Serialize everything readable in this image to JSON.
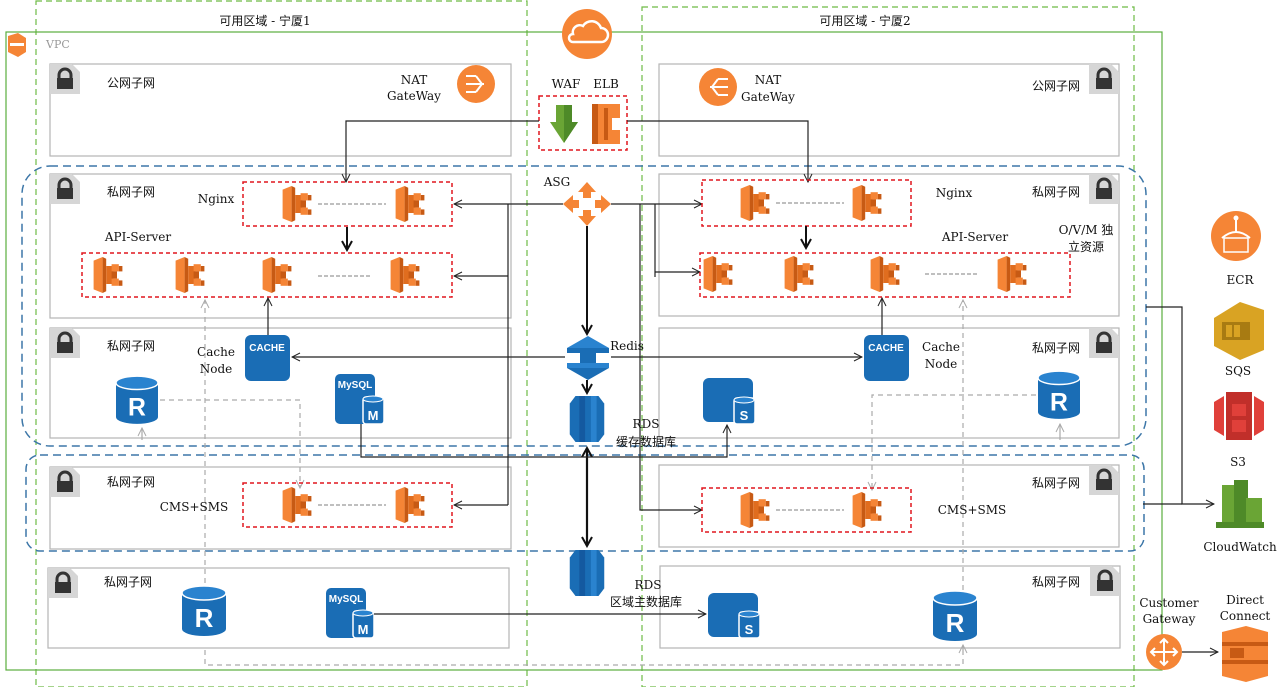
{
  "zones": {
    "az1": "可用区域 - 宁厦1",
    "az2": "可用区域 - 宁厦2",
    "vpc": "VPC"
  },
  "subnets": {
    "public": "公网子网",
    "private": "私网子网"
  },
  "labels": {
    "nat_line1": "NAT",
    "nat_line2": "GateWay",
    "waf": "WAF",
    "elb": "ELB",
    "asg": "ASG",
    "nginx": "Nginx",
    "api_server": "API-Server",
    "ovm_line1": "O/V/M 独",
    "ovm_line2": "立资源",
    "cache_node_line1": "Cache",
    "cache_node_line2": "Node",
    "cache_icon": "CACHE",
    "mysql_icon": "MySQL",
    "redis": "Redis",
    "rds": "RDS",
    "rds_cache_db": "缓存数据库",
    "rds_region_master": "区域主数据库",
    "cms_sms": "CMS+SMS",
    "m_badge": "M",
    "s_badge": "S",
    "r_badge": "R"
  },
  "services": {
    "ecr": "ECR",
    "sqs": "SQS",
    "s3": "S3",
    "cloudwatch": "CloudWatch",
    "customer_gateway_line1": "Customer",
    "customer_gateway_line2": "Gateway",
    "direct_connect_line1": "Direct",
    "direct_connect_line2": "Connect"
  },
  "colors": {
    "az_border": "#6dbb45",
    "vpc_border": "#5aae3e",
    "asg_group": "#3d77a8",
    "cluster_border": "#e0161f",
    "subnet_border": "#b5b5b5",
    "aws_orange": "#f58536",
    "aws_blue": "#1a6db5",
    "sqs_gold": "#d9a323",
    "s3_red": "#e0403a",
    "cw_green": "#6aa535"
  }
}
